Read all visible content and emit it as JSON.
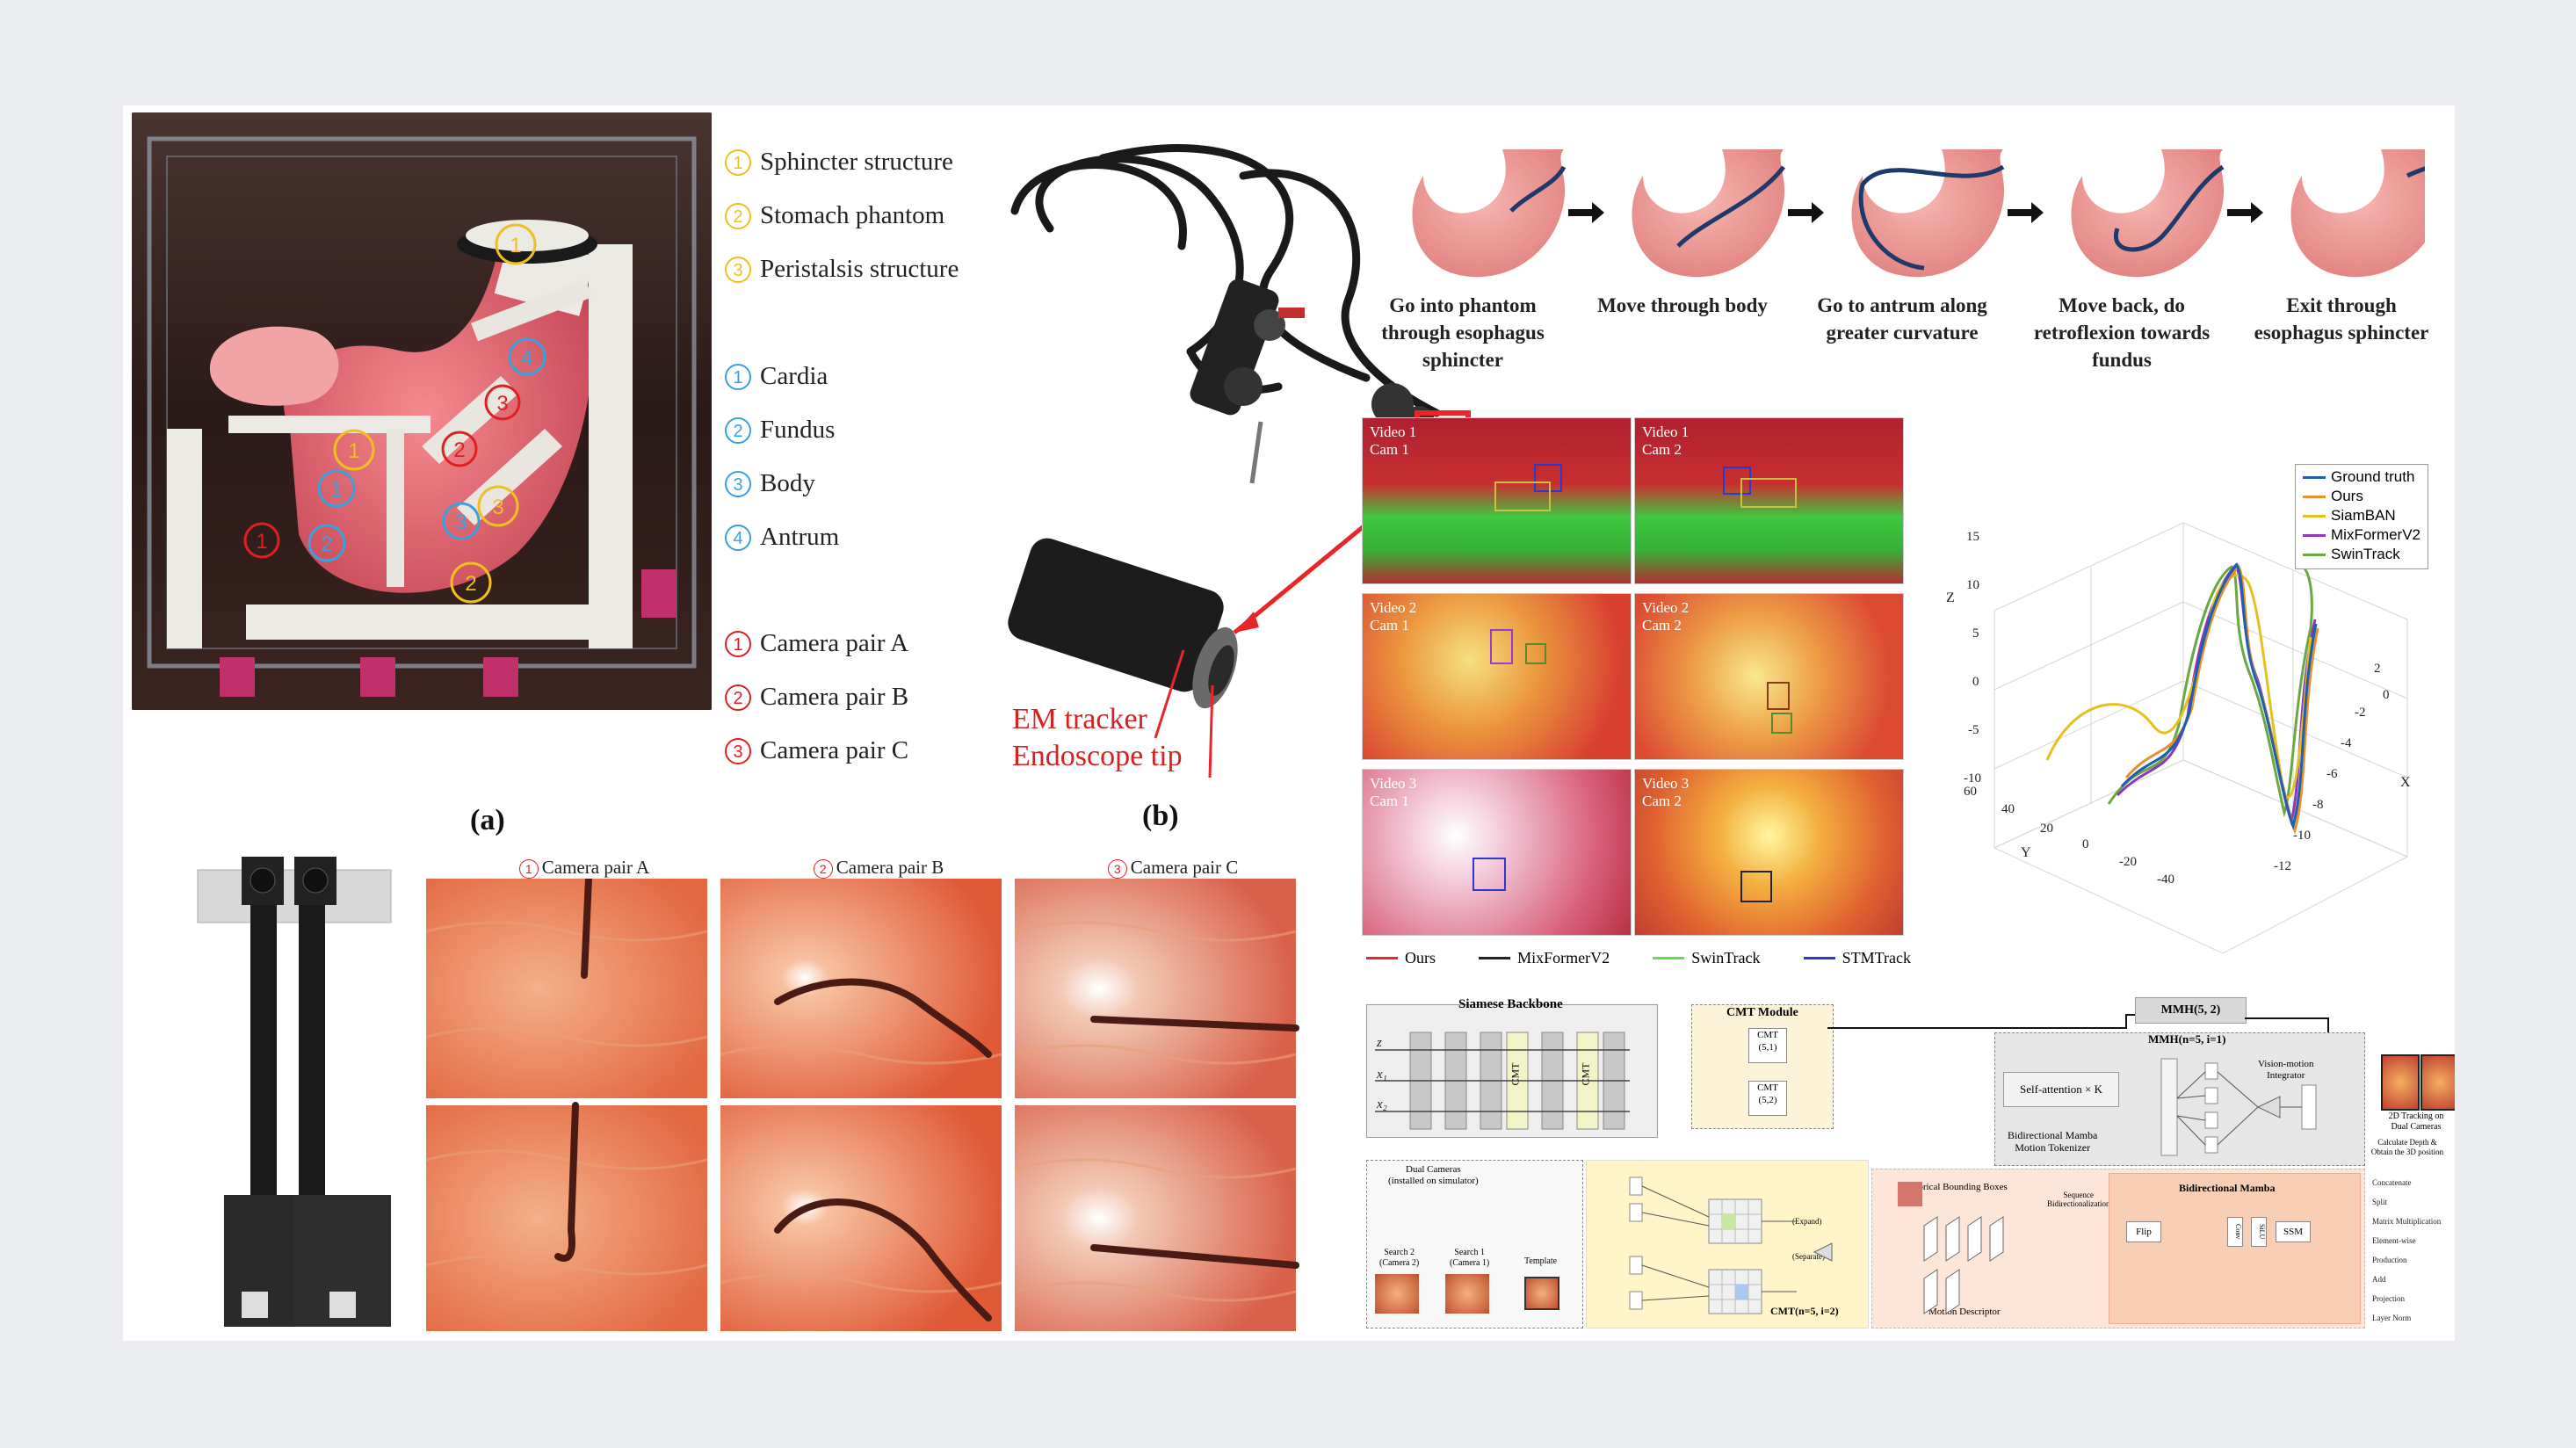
{
  "panel_a": {
    "label": "(a)",
    "legend_yellow": [
      "Sphincter structure",
      "Stomach phantom",
      "Peristalsis structure"
    ],
    "legend_blue": [
      "Cardia",
      "Fundus",
      "Body",
      "Antrum"
    ],
    "legend_red": [
      "Camera pair A",
      "Camera pair B",
      "Camera pair C"
    ],
    "numbers": [
      "1",
      "2",
      "3",
      "4"
    ]
  },
  "panel_b": {
    "label": "(b)",
    "annot_tracker": "EM tracker",
    "annot_tip": "Endoscope tip"
  },
  "camera_pairs": {
    "titles": [
      "Camera pair A",
      "Camera pair B",
      "Camera pair C"
    ]
  },
  "stages": [
    "Go into phantom through esophagus sphincter",
    "Move through body",
    "Go to antrum along greater curvature",
    "Move back, do retroflexion towards fundus",
    "Exit through esophagus sphincter"
  ],
  "tracking_grid": {
    "labels": [
      "Video 1\nCam 1",
      "Video 1\nCam 2",
      "Video 2\nCam 1",
      "Video 2\nCam 2",
      "Video 3\nCam 1",
      "Video 3\nCam 2"
    ],
    "legend": [
      {
        "name": "Ours",
        "color": "#e8262a"
      },
      {
        "name": "MixFormerV2",
        "color": "#222222"
      },
      {
        "name": "SwinTrack",
        "color": "#5ee04a"
      },
      {
        "name": "STMTrack",
        "color": "#2a3ad0"
      }
    ]
  },
  "chart_data": {
    "type": "line3d",
    "title": "",
    "xlabel": "X",
    "ylabel": "Y",
    "zlabel": "Z",
    "x_ticks": [
      "2",
      "0",
      "-2",
      "-4",
      "-6",
      "-8",
      "-10",
      "-12"
    ],
    "y_ticks": [
      "60",
      "40",
      "20",
      "0",
      "-20",
      "-40"
    ],
    "z_ticks": [
      "15",
      "10",
      "5",
      "0",
      "-5",
      "-10"
    ],
    "series": [
      {
        "name": "Ground truth",
        "color": "#1f5fb0"
      },
      {
        "name": "Ours",
        "color": "#e8902a"
      },
      {
        "name": "SiamBAN",
        "color": "#e6c020"
      },
      {
        "name": "MixFormerV2",
        "color": "#8a3ab8"
      },
      {
        "name": "SwinTrack",
        "color": "#6aa840"
      }
    ]
  },
  "architecture": {
    "siamese_title": "Siamese Backbone",
    "cmt_module": "CMT Module",
    "cmt_label": "CMT",
    "cmt_block_1": "CMT\n(5,1)",
    "cmt_block_2": "CMT\n(5,2)",
    "mmh_top": "MMH(5, 2)",
    "mmh_inner": "MMH(n=5, i=1)",
    "self_attention": "Self-attention × K",
    "bidirectional_mamba_tokenizer": "Bidirectional Mamba\nMotion Tokenizer",
    "vision_motion": "Vision-motion\nIntegrator",
    "tracking_2d": "2D Tracking on\nDual Cameras",
    "calc_depth": "Calculate Depth &\nObtain the 3D position",
    "dual_cameras": "Dual Cameras\n(installed on simulator)",
    "search2": "Search 2\n(Camera 2)",
    "search1": "Search 1\n(Camera 1)",
    "template": "Template",
    "cmt_bottom": "CMT(n=5, i=2)",
    "historical": "Historical Bounding Boxes",
    "motion_descriptor": "Motion Descriptor",
    "bimamba_title": "Bidirectional Mamba",
    "flip": "Flip",
    "ssm": "SSM",
    "conv": "Conv",
    "silu": "SiLU",
    "legend_ops": [
      "Concatenate",
      "Split",
      "Matrix Multiplication",
      "Element-wise Production",
      "Add",
      "Projection",
      "Layer Norm"
    ],
    "expand": "(Expand)",
    "separate": "(Separate)",
    "seq_bidir": "Sequence\nBidirectionalization"
  }
}
